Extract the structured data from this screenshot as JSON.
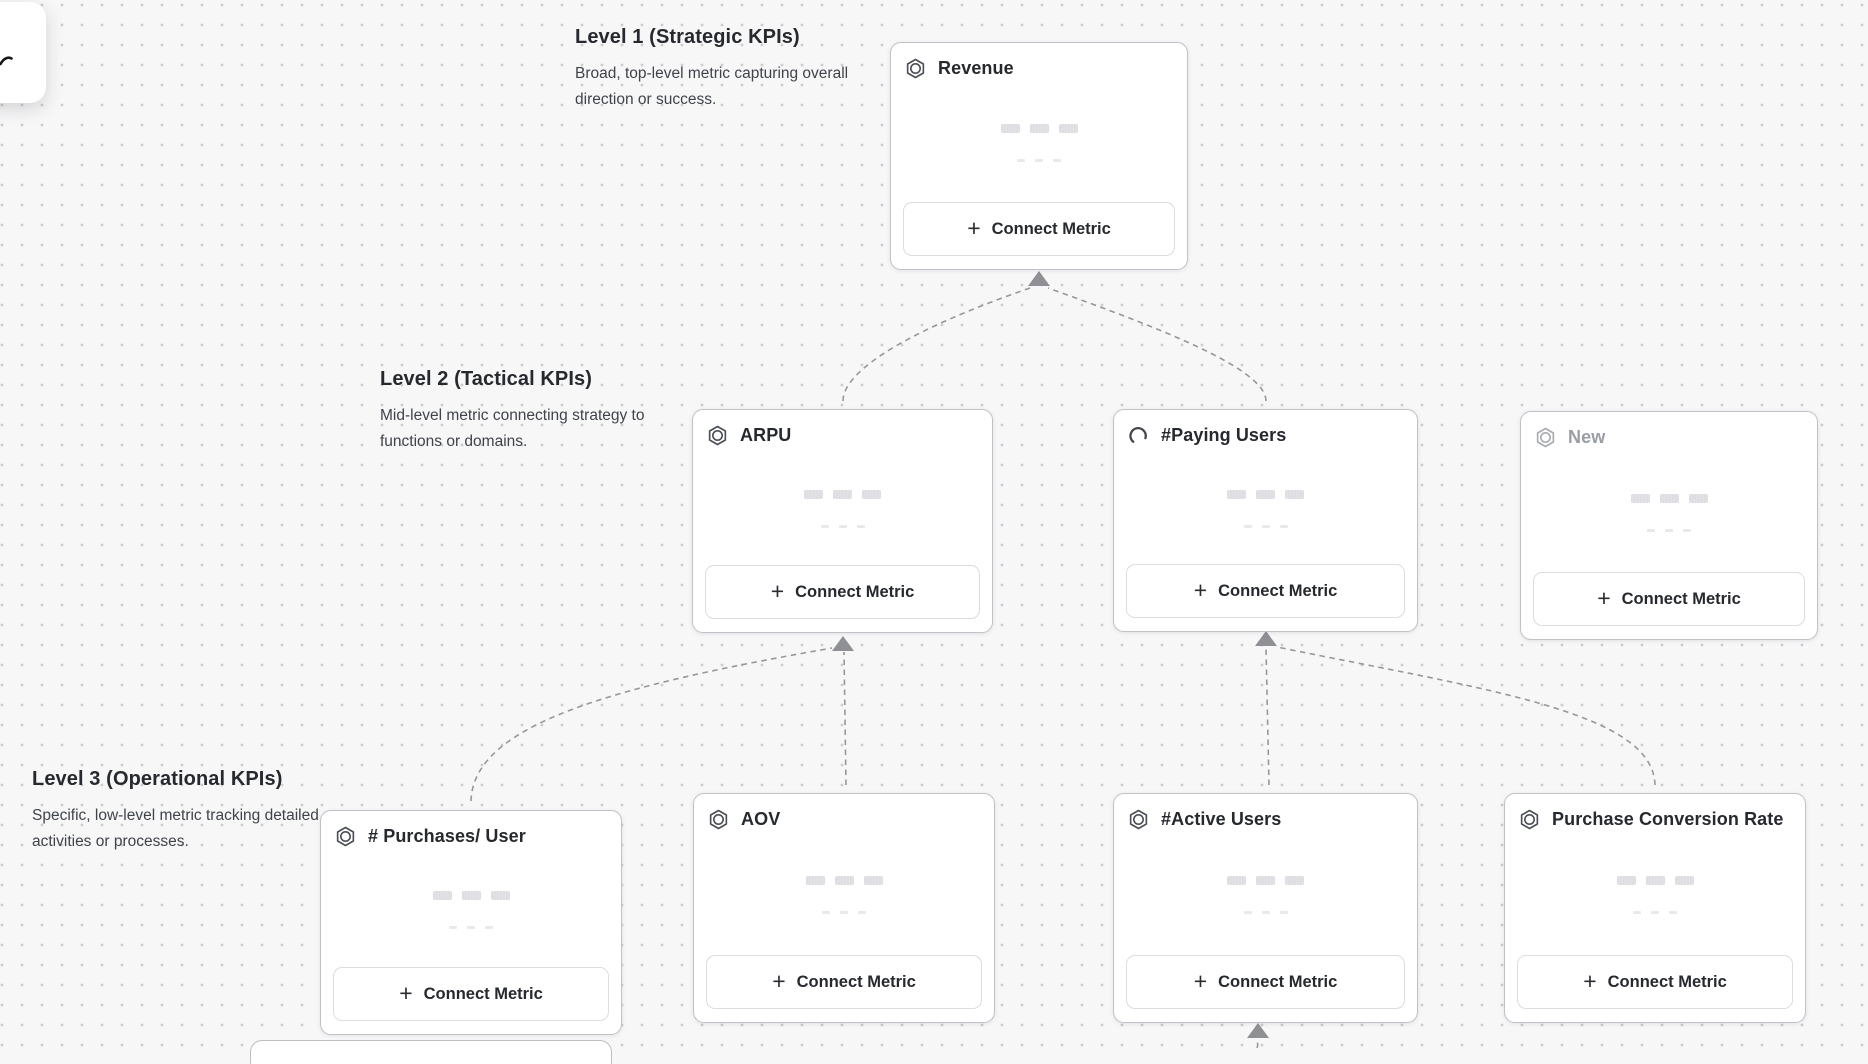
{
  "levels": [
    {
      "title": "Level 1 (Strategic KPIs)",
      "description": "Broad, top-level metric capturing overall direction or success."
    },
    {
      "title": "Level 2 (Tactical KPIs)",
      "description": "Mid-level metric connecting strategy to functions or domains."
    },
    {
      "title": "Level 3 (Operational KPIs)",
      "description": "Specific, low-level metric tracking detailed activities or processes."
    }
  ],
  "cards": [
    {
      "id": "revenue",
      "title": "Revenue",
      "icon": "hexagon-metric",
      "state": "default",
      "connect_label": "Connect Metric"
    },
    {
      "id": "arpu",
      "title": "ARPU",
      "icon": "hexagon-metric",
      "state": "default",
      "connect_label": "Connect Metric"
    },
    {
      "id": "paying-users",
      "title": "#Paying Users",
      "icon": "loading-spinner",
      "state": "loading",
      "connect_label": "Connect Metric"
    },
    {
      "id": "new",
      "title": "New",
      "icon": "hexagon-metric",
      "state": "draft",
      "connect_label": "Connect Metric"
    },
    {
      "id": "purchases-per-user",
      "title": "# Purchases/ User",
      "icon": "hexagon-metric",
      "state": "default",
      "connect_label": "Connect Metric"
    },
    {
      "id": "aov",
      "title": "AOV",
      "icon": "hexagon-metric",
      "state": "default",
      "connect_label": "Connect Metric"
    },
    {
      "id": "active-users",
      "title": "#Active Users",
      "icon": "hexagon-metric",
      "state": "default",
      "connect_label": "Connect Metric"
    },
    {
      "id": "purchase-conversion-rate",
      "title": "Purchase Conversion Rate",
      "icon": "hexagon-metric",
      "state": "default",
      "connect_label": "Connect Metric"
    }
  ],
  "colors": {
    "background": "#f7f7f8",
    "card_border": "#c0c2c7",
    "connector": "#97979c",
    "arrowhead": "#8e9094",
    "title_text": "#26292d",
    "muted_text": "#999ea4",
    "skeleton": "#e3e3e7"
  }
}
